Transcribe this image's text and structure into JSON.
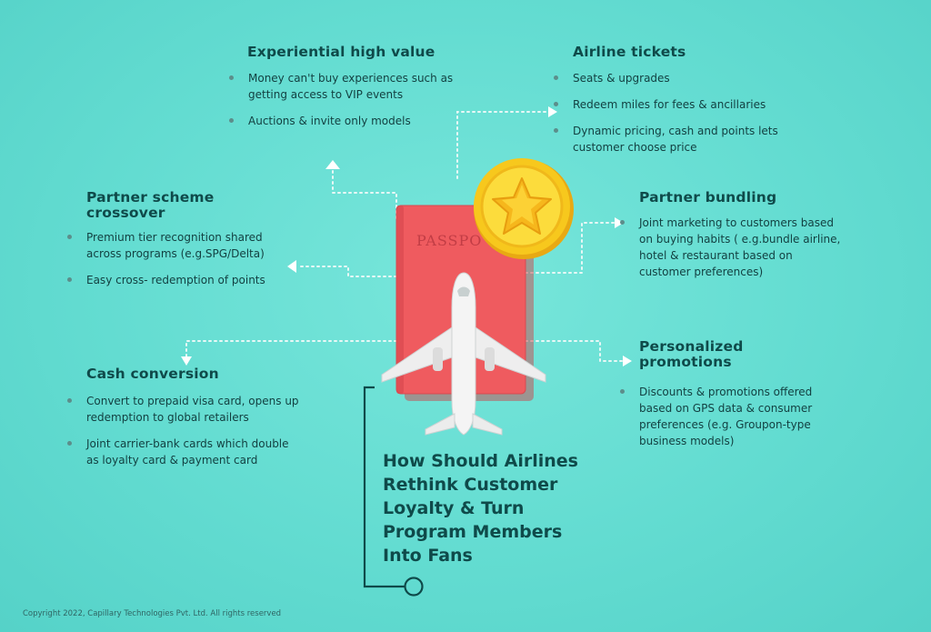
{
  "headline": {
    "lines": [
      "How Should Airlines",
      "Rethink Customer",
      "Loyalty & Turn",
      "Program Members",
      "Into Fans"
    ]
  },
  "passport_label": "PASSPO",
  "sections": {
    "experiential": {
      "title": "Experiential high value",
      "items": [
        "Money can't buy experiences such as getting access to VIP events",
        "Auctions & invite only models"
      ]
    },
    "airline": {
      "title": "Airline tickets",
      "items": [
        "Seats & upgrades",
        "Redeem miles for fees & ancillaries",
        "Dynamic pricing, cash and points lets customer choose price"
      ]
    },
    "partner_scheme": {
      "title": "Partner scheme crossover",
      "items": [
        "Premium tier recognition shared across programs (e.g.SPG/Delta)",
        "Easy cross- redemption of points"
      ]
    },
    "partner_bundling": {
      "title": "Partner bundling",
      "items": [
        "Joint marketing to customers based on buying habits ( e.g.bundle airline, hotel & restaurant based on customer preferences)"
      ]
    },
    "cash": {
      "title": "Cash conversion",
      "items": [
        "Convert to prepaid visa card, opens up redemption to global retailers",
        "Joint carrier-bank cards which double as loyalty card & payment card"
      ]
    },
    "personalized": {
      "title": "Personalized promotions",
      "items": [
        "Discounts & promotions offered based on GPS data & consumer preferences (e.g. Groupon-type business models)"
      ]
    }
  },
  "footer": {
    "copyright": "Copyright 2022, Capillary Technologies Pvt. Ltd. All rights reserved"
  },
  "colors": {
    "background": "#63dcd1",
    "text_dark": "#0f4a4a",
    "passport": "#ef5b5f",
    "coin": "#f7c81d",
    "connector": "#e8f8f6"
  },
  "icons": [
    "star-coin-icon",
    "airplane-icon",
    "passport-icon",
    "arrow-icon"
  ]
}
